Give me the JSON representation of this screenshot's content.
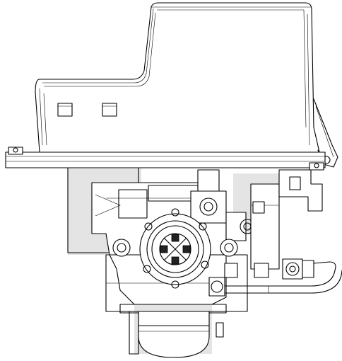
{
  "diagram": {
    "kind": "technical-line-drawing",
    "subject": "water-softener-control-valve-assembly",
    "stroke_color": "#000000",
    "background_color": "#ffffff",
    "shade_color": "#e4e4e4",
    "parts": [
      "cover-housing",
      "cover-latch-clip",
      "mounting-flange",
      "valve-body",
      "port-fitting",
      "injector-window",
      "drain-tubing",
      "brine-elbow",
      "bottom-bowl"
    ]
  }
}
